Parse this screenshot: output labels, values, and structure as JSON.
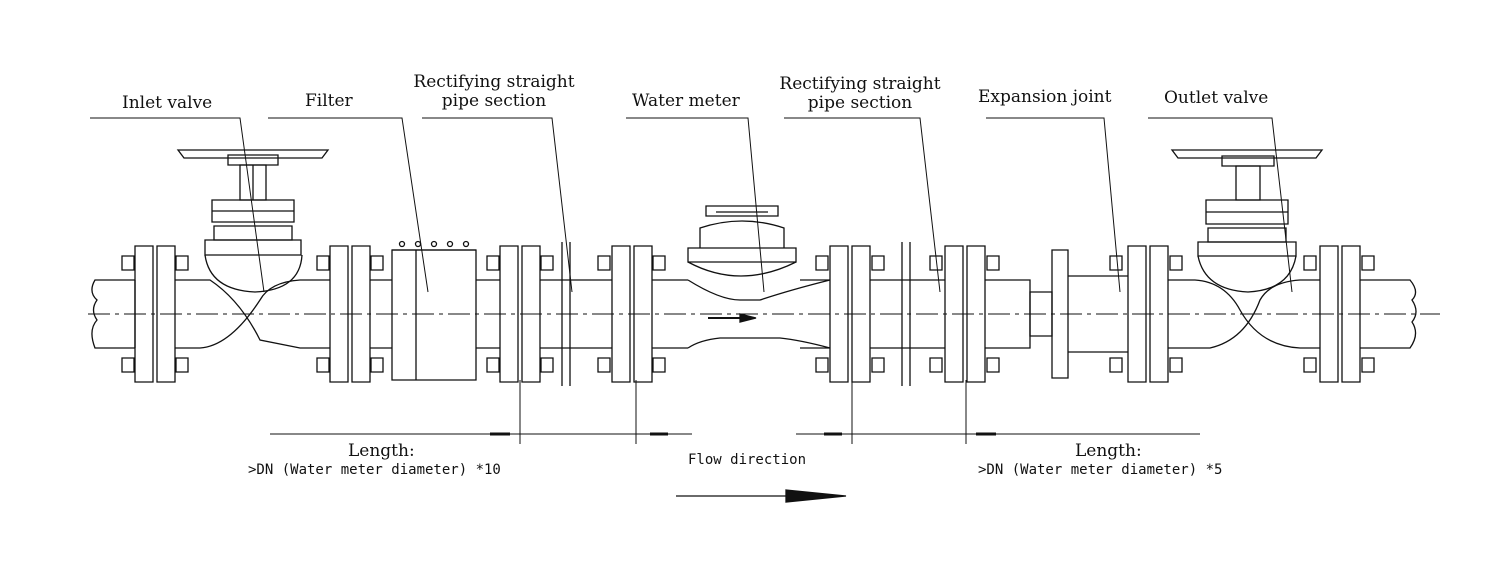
{
  "labels": {
    "inlet_valve": "Inlet valve",
    "filter": "Filter",
    "rectifying_1_line1": "Rectifying straight",
    "rectifying_1_line2": "pipe section",
    "water_meter": "Water meter",
    "rectifying_2_line1": "Rectifying straight",
    "rectifying_2_line2": "pipe section",
    "expansion_joint": "Expansion joint",
    "outlet_valve": "Outlet valve"
  },
  "dimensions": {
    "left_length_title": "Length:",
    "left_length_rule": ">DN (Water meter diameter) *10",
    "right_length_title": "Length:",
    "right_length_rule": ">DN (Water meter diameter) *5",
    "flow_direction": "Flow direction"
  }
}
